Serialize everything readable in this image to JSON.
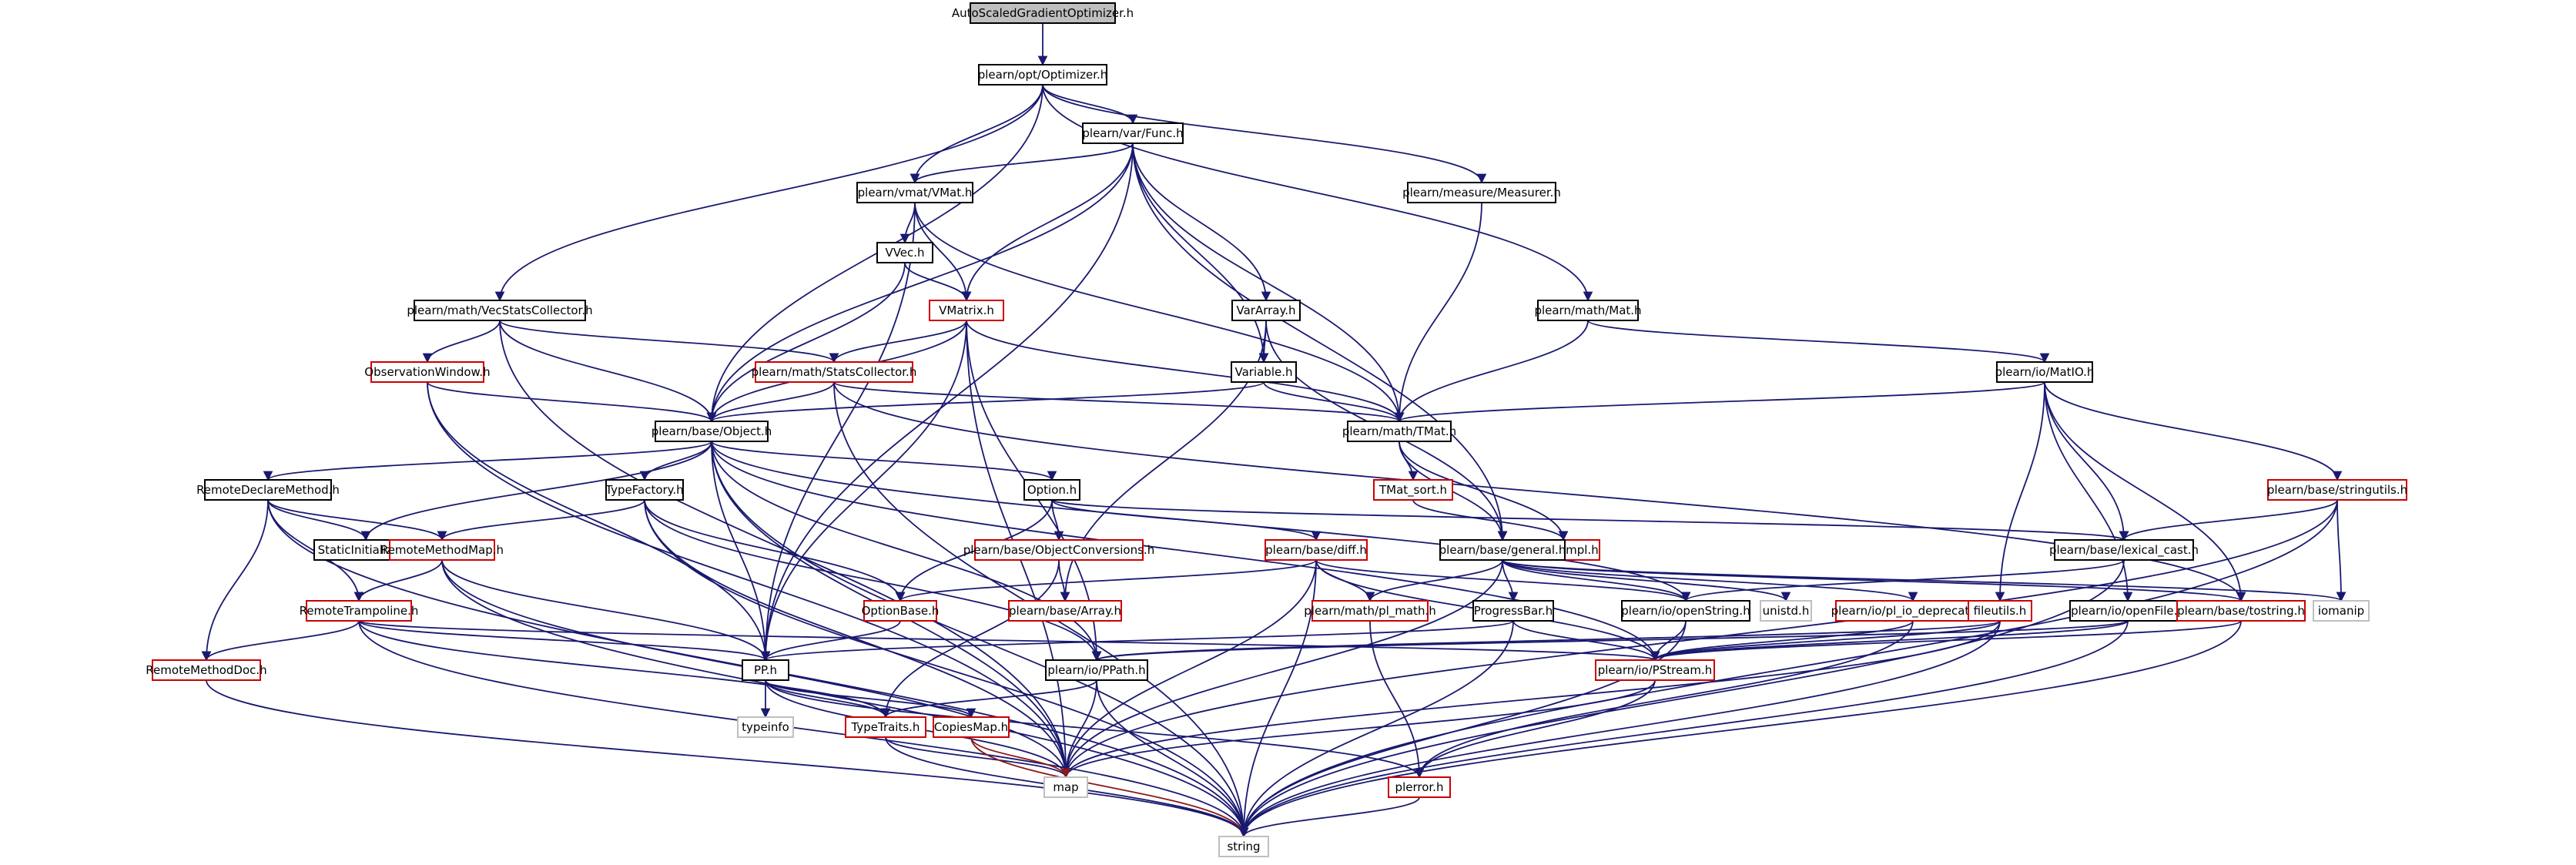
{
  "colors": {
    "edge": "#191970",
    "edge_template": "#8B1A1A",
    "border_link": "#000000",
    "border_incomplete": "#cc0000",
    "border_external": "#bfbfbf",
    "root_fill": "#bfbfbf",
    "fill": "#ffffff",
    "text": "#000000"
  },
  "nodes": [
    {
      "id": "root",
      "label": "AutoScaledGradientOptimizer.h",
      "kind": "root"
    },
    {
      "id": "optimizer",
      "label": "plearn/opt/Optimizer.h",
      "kind": "link"
    },
    {
      "id": "varfunc",
      "label": "plearn/var/Func.h",
      "kind": "link"
    },
    {
      "id": "vmat",
      "label": "plearn/vmat/VMat.h",
      "kind": "link"
    },
    {
      "id": "measurer",
      "label": "plearn/measure/Measurer.h",
      "kind": "link"
    },
    {
      "id": "vvec",
      "label": "VVec.h",
      "kind": "link"
    },
    {
      "id": "vecstats",
      "label": "plearn/math/VecStatsCollector.h",
      "kind": "link"
    },
    {
      "id": "vmatrix",
      "label": "VMatrix.h",
      "kind": "incomplete"
    },
    {
      "id": "vararray",
      "label": "VarArray.h",
      "kind": "link"
    },
    {
      "id": "mat",
      "label": "plearn/math/Mat.h",
      "kind": "link"
    },
    {
      "id": "obswin",
      "label": "ObservationWindow.h",
      "kind": "incomplete"
    },
    {
      "id": "statscoll",
      "label": "plearn/math/StatsCollector.h",
      "kind": "incomplete"
    },
    {
      "id": "variable",
      "label": "Variable.h",
      "kind": "link"
    },
    {
      "id": "matio",
      "label": "plearn/io/MatIO.h",
      "kind": "link"
    },
    {
      "id": "object",
      "label": "plearn/base/Object.h",
      "kind": "link"
    },
    {
      "id": "tmat",
      "label": "plearn/math/TMat.h",
      "kind": "link"
    },
    {
      "id": "remotedecl",
      "label": "RemoteDeclareMethod.h",
      "kind": "link"
    },
    {
      "id": "typefactory",
      "label": "TypeFactory.h",
      "kind": "link"
    },
    {
      "id": "option",
      "label": "Option.h",
      "kind": "link"
    },
    {
      "id": "tmatsort",
      "label": "TMat_sort.h",
      "kind": "incomplete"
    },
    {
      "id": "stringutils",
      "label": "plearn/base/stringutils.h",
      "kind": "incomplete"
    },
    {
      "id": "staticinit",
      "label": "StaticInitializer.h",
      "kind": "link"
    },
    {
      "id": "remotemethodmap",
      "label": "RemoteMethodMap.h",
      "kind": "incomplete"
    },
    {
      "id": "objconv",
      "label": "plearn/base/ObjectConversions.h",
      "kind": "incomplete"
    },
    {
      "id": "diff",
      "label": "plearn/base/diff.h",
      "kind": "incomplete"
    },
    {
      "id": "tmatimpl",
      "label": "TMat_impl.h",
      "kind": "incomplete"
    },
    {
      "id": "general",
      "label": "plearn/base/general.h",
      "kind": "link"
    },
    {
      "id": "lexcast",
      "label": "plearn/base/lexical_cast.h",
      "kind": "link"
    },
    {
      "id": "remotetramp",
      "label": "RemoteTrampoline.h",
      "kind": "incomplete"
    },
    {
      "id": "array",
      "label": "plearn/base/Array.h",
      "kind": "incomplete"
    },
    {
      "id": "optionbase",
      "label": "OptionBase.h",
      "kind": "incomplete"
    },
    {
      "id": "plmath",
      "label": "plearn/math/pl_math.h",
      "kind": "incomplete"
    },
    {
      "id": "progressbar",
      "label": "ProgressBar.h",
      "kind": "link"
    },
    {
      "id": "openstring",
      "label": "plearn/io/openString.h",
      "kind": "link"
    },
    {
      "id": "unistd",
      "label": "unistd.h",
      "kind": "external"
    },
    {
      "id": "pliodep",
      "label": "plearn/io/pl_io_deprecated.h",
      "kind": "incomplete"
    },
    {
      "id": "fileutils",
      "label": "fileutils.h",
      "kind": "incomplete"
    },
    {
      "id": "openfile",
      "label": "plearn/io/openFile.h",
      "kind": "link"
    },
    {
      "id": "tostring",
      "label": "plearn/base/tostring.h",
      "kind": "incomplete"
    },
    {
      "id": "iomanip",
      "label": "iomanip",
      "kind": "external"
    },
    {
      "id": "remotemethoddoc",
      "label": "RemoteMethodDoc.h",
      "kind": "incomplete"
    },
    {
      "id": "pp",
      "label": "PP.h",
      "kind": "link"
    },
    {
      "id": "ppath",
      "label": "plearn/io/PPath.h",
      "kind": "link"
    },
    {
      "id": "pstream",
      "label": "plearn/io/PStream.h",
      "kind": "incomplete"
    },
    {
      "id": "typeinfo",
      "label": "typeinfo",
      "kind": "external"
    },
    {
      "id": "typetraits",
      "label": "TypeTraits.h",
      "kind": "incomplete"
    },
    {
      "id": "copiesmap",
      "label": "CopiesMap.h",
      "kind": "incomplete"
    },
    {
      "id": "map",
      "label": "map",
      "kind": "external"
    },
    {
      "id": "plerror",
      "label": "plerror.h",
      "kind": "incomplete"
    },
    {
      "id": "string",
      "label": "string",
      "kind": "external"
    }
  ],
  "edges": [
    [
      "root",
      "optimizer"
    ],
    [
      "optimizer",
      "varfunc"
    ],
    [
      "optimizer",
      "vmat"
    ],
    [
      "optimizer",
      "measurer"
    ],
    [
      "optimizer",
      "vecstats"
    ],
    [
      "optimizer",
      "mat"
    ],
    [
      "optimizer",
      "object"
    ],
    [
      "varfunc",
      "vmat"
    ],
    [
      "varfunc",
      "vararray"
    ],
    [
      "varfunc",
      "variable"
    ],
    [
      "varfunc",
      "tmat"
    ],
    [
      "varfunc",
      "object"
    ],
    [
      "varfunc",
      "general"
    ],
    [
      "varfunc",
      "pp"
    ],
    [
      "varfunc",
      "vmatrix"
    ],
    [
      "vmat",
      "vvec"
    ],
    [
      "vmat",
      "vmatrix"
    ],
    [
      "vmat",
      "tmat"
    ],
    [
      "vmat",
      "pp"
    ],
    [
      "measurer",
      "tmat"
    ],
    [
      "vvec",
      "vmatrix"
    ],
    [
      "vvec",
      "object"
    ],
    [
      "vecstats",
      "obswin"
    ],
    [
      "vecstats",
      "statscoll"
    ],
    [
      "vecstats",
      "object"
    ],
    [
      "vecstats",
      "map"
    ],
    [
      "vmatrix",
      "statscoll"
    ],
    [
      "vmatrix",
      "object"
    ],
    [
      "vmatrix",
      "tmat"
    ],
    [
      "vmatrix",
      "ppath"
    ],
    [
      "vmatrix",
      "pp"
    ],
    [
      "vmatrix",
      "map"
    ],
    [
      "vararray",
      "variable"
    ],
    [
      "vararray",
      "array"
    ],
    [
      "vararray",
      "general"
    ],
    [
      "mat",
      "tmat"
    ],
    [
      "mat",
      "matio"
    ],
    [
      "obswin",
      "object"
    ],
    [
      "obswin",
      "pp"
    ],
    [
      "obswin",
      "map"
    ],
    [
      "statscoll",
      "object"
    ],
    [
      "statscoll",
      "tmat"
    ],
    [
      "statscoll",
      "tostring"
    ],
    [
      "statscoll",
      "string"
    ],
    [
      "variable",
      "object"
    ],
    [
      "variable",
      "tmat"
    ],
    [
      "matio",
      "tmat"
    ],
    [
      "matio",
      "stringutils"
    ],
    [
      "matio",
      "lexcast"
    ],
    [
      "matio",
      "fileutils"
    ],
    [
      "matio",
      "openfile"
    ],
    [
      "matio",
      "tostring"
    ],
    [
      "object",
      "remotedecl"
    ],
    [
      "object",
      "typefactory"
    ],
    [
      "object",
      "option"
    ],
    [
      "object",
      "staticinit"
    ],
    [
      "object",
      "pp"
    ],
    [
      "object",
      "ppath"
    ],
    [
      "object",
      "openstring"
    ],
    [
      "object",
      "map"
    ],
    [
      "object",
      "string"
    ],
    [
      "object",
      "pstream"
    ],
    [
      "tmat",
      "tmatsort"
    ],
    [
      "tmat",
      "general"
    ],
    [
      "tmat",
      "tmatimpl"
    ],
    [
      "tmatsort",
      "tmatimpl"
    ],
    [
      "stringutils",
      "lexcast"
    ],
    [
      "stringutils",
      "iomanip"
    ],
    [
      "stringutils",
      "map"
    ],
    [
      "stringutils",
      "string"
    ],
    [
      "remotedecl",
      "staticinit"
    ],
    [
      "remotedecl",
      "remotemethodmap"
    ],
    [
      "remotedecl",
      "remotetramp"
    ],
    [
      "remotedecl",
      "remotemethoddoc"
    ],
    [
      "remotedecl",
      "string"
    ],
    [
      "typefactory",
      "remotemethodmap"
    ],
    [
      "typefactory",
      "optionbase"
    ],
    [
      "typefactory",
      "ppath"
    ],
    [
      "typefactory",
      "map"
    ],
    [
      "typefactory",
      "string"
    ],
    [
      "option",
      "objconv"
    ],
    [
      "option",
      "diff"
    ],
    [
      "option",
      "optionbase"
    ],
    [
      "option",
      "lexcast"
    ],
    [
      "remotemethodmap",
      "remotetramp"
    ],
    [
      "remotemethodmap",
      "pp"
    ],
    [
      "remotemethodmap",
      "map"
    ],
    [
      "remotemethodmap",
      "string"
    ],
    [
      "objconv",
      "array"
    ],
    [
      "objconv",
      "typetraits"
    ],
    [
      "diff",
      "optionbase"
    ],
    [
      "diff",
      "plmath"
    ],
    [
      "diff",
      "openstring"
    ],
    [
      "diff",
      "pstream"
    ],
    [
      "diff",
      "map"
    ],
    [
      "diff",
      "string"
    ],
    [
      "general",
      "plmath"
    ],
    [
      "general",
      "progressbar"
    ],
    [
      "general",
      "openstring"
    ],
    [
      "general",
      "unistd"
    ],
    [
      "general",
      "pliodep"
    ],
    [
      "general",
      "tostring"
    ],
    [
      "general",
      "map"
    ],
    [
      "general",
      "iomanip"
    ],
    [
      "lexcast",
      "openstring"
    ],
    [
      "lexcast",
      "string"
    ],
    [
      "remotetramp",
      "remotemethoddoc"
    ],
    [
      "remotetramp",
      "pp"
    ],
    [
      "remotetramp",
      "typetraits"
    ],
    [
      "remotetramp",
      "pstream"
    ],
    [
      "remotetramp",
      "string"
    ],
    [
      "optionbase",
      "pp"
    ],
    [
      "plmath",
      "plerror"
    ],
    [
      "progressbar",
      "pp"
    ],
    [
      "progressbar",
      "pstream"
    ],
    [
      "progressbar",
      "string"
    ],
    [
      "openstring",
      "pstream"
    ],
    [
      "openstring",
      "string"
    ],
    [
      "pliodep",
      "pstream"
    ],
    [
      "pliodep",
      "plerror"
    ],
    [
      "fileutils",
      "ppath"
    ],
    [
      "fileutils",
      "pstream"
    ],
    [
      "fileutils",
      "map"
    ],
    [
      "fileutils",
      "string"
    ],
    [
      "openfile",
      "ppath"
    ],
    [
      "openfile",
      "pstream"
    ],
    [
      "openfile",
      "string"
    ],
    [
      "tostring",
      "pstream"
    ],
    [
      "tostring",
      "string"
    ],
    [
      "remotemethoddoc",
      "string"
    ],
    [
      "pp",
      "typeinfo"
    ],
    [
      "pp",
      "typetraits"
    ],
    [
      "pp",
      "copiesmap"
    ],
    [
      "pp",
      "map"
    ],
    [
      "pp",
      "plerror"
    ],
    [
      "ppath",
      "typetraits"
    ],
    [
      "ppath",
      "map"
    ],
    [
      "ppath",
      "string"
    ],
    [
      "pstream",
      "plerror"
    ],
    [
      "pstream",
      "map"
    ],
    [
      "typetraits",
      "map"
    ],
    [
      "typetraits",
      "string"
    ],
    [
      "copiesmap",
      "map"
    ],
    [
      "copiesmap",
      "string"
    ],
    [
      "plerror",
      "string"
    ]
  ],
  "template_edges": [
    [
      "copiesmap",
      "map"
    ],
    [
      "copiesmap",
      "string"
    ]
  ]
}
